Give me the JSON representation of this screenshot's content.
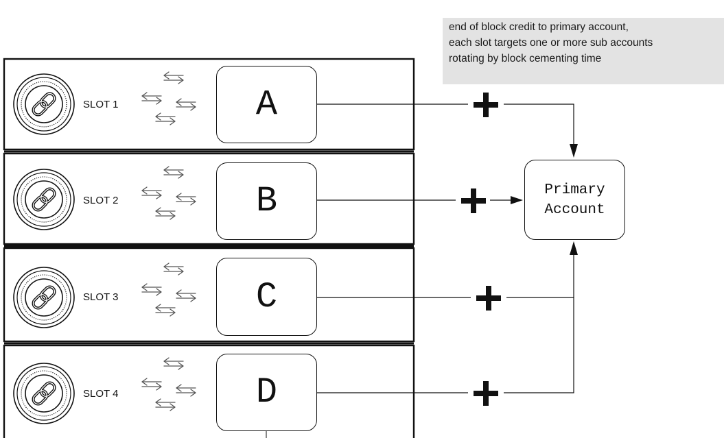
{
  "note": {
    "lines": [
      "end of block credit to primary account,",
      "each slot targets one or more sub accounts",
      "rotating by block cementing time"
    ]
  },
  "slots": [
    {
      "label": "SLOT 1",
      "letter": "A"
    },
    {
      "label": "SLOT 2",
      "letter": "B"
    },
    {
      "label": "SLOT 3",
      "letter": "C"
    },
    {
      "label": "SLOT 4",
      "letter": "D"
    }
  ],
  "primary_account": {
    "line1": "Primary",
    "line2": "Account"
  },
  "icons": {
    "slot_icon": "chain-link-icon",
    "swap_icon": "swap-arrows-icon",
    "plus_icon": "plus-icon",
    "arrowhead": "arrowhead-icon"
  },
  "colors": {
    "stroke": "#111111",
    "note_background": "#e3e3e3",
    "swap_arrows": "#555555"
  }
}
